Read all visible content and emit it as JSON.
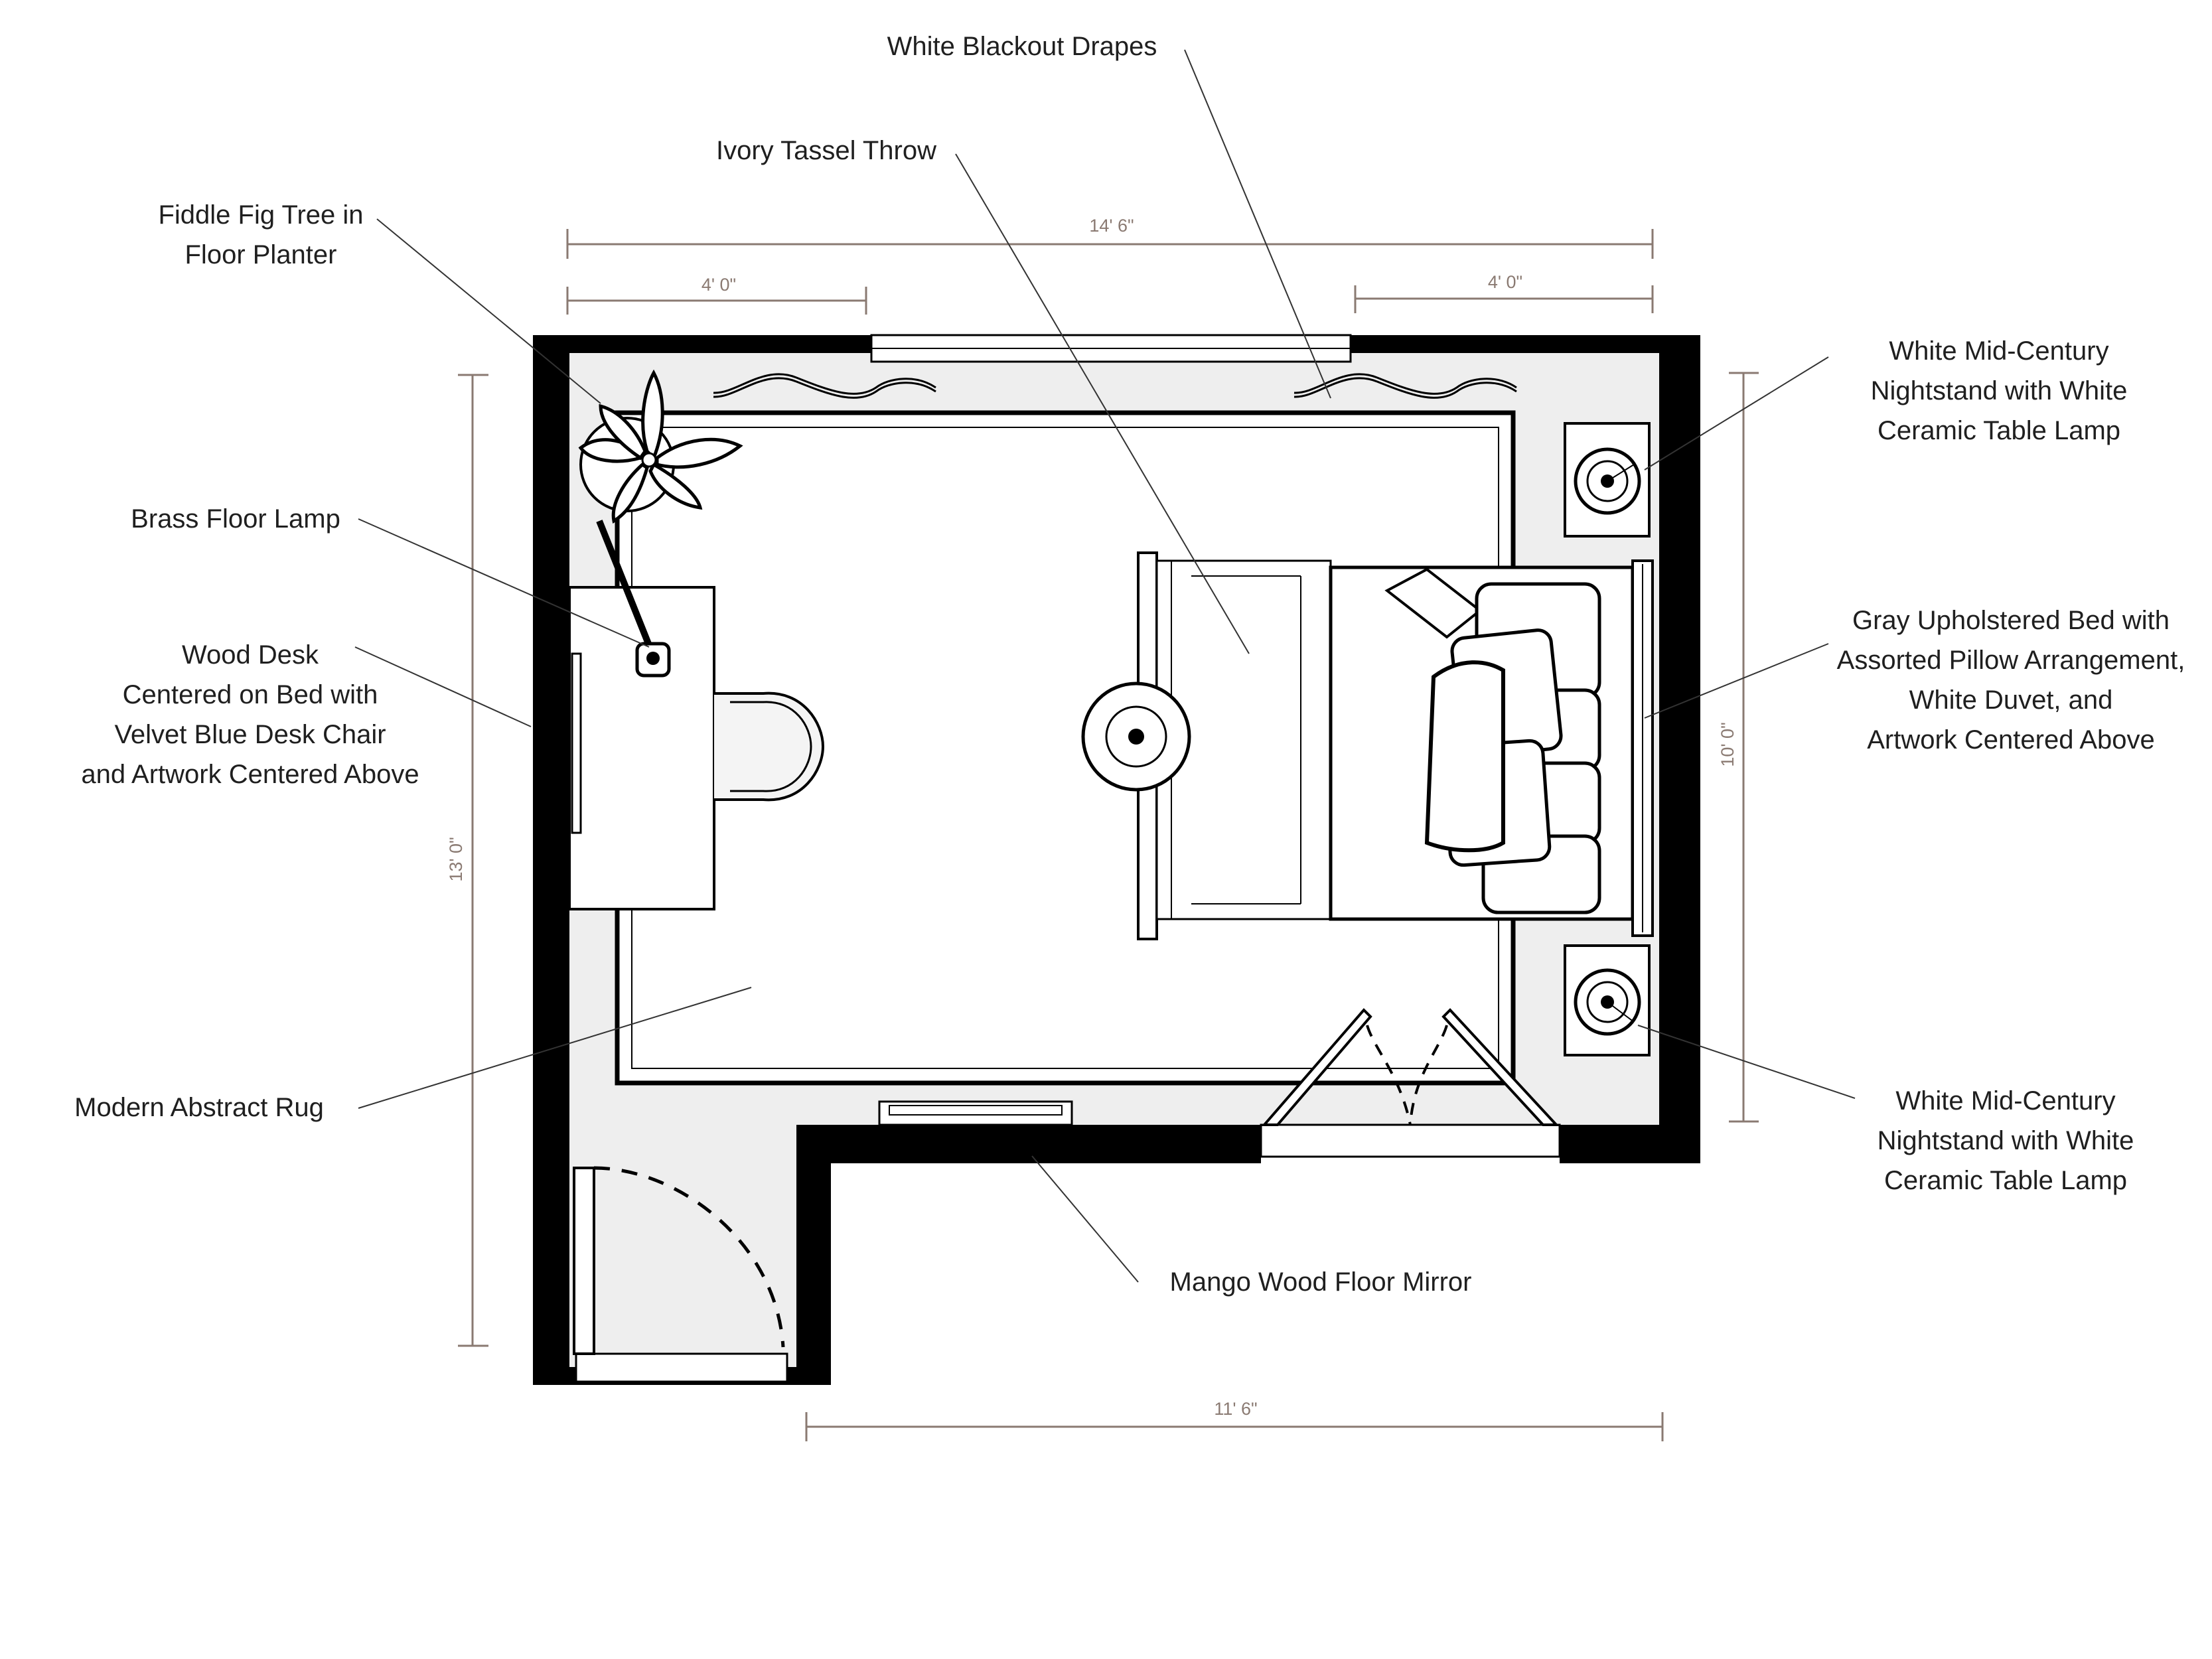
{
  "callouts": {
    "drapes": "White Blackout Drapes",
    "throw": "Ivory Tassel Throw",
    "fig_1": "Fiddle Fig Tree in",
    "fig_2": "Floor Planter",
    "lamp": "Brass Floor Lamp",
    "desk_1": "Wood Desk",
    "desk_2": "Centered on Bed with",
    "desk_3": "Velvet Blue Desk Chair",
    "desk_4": "and Artwork Centered Above",
    "rug": "Modern Abstract Rug",
    "mirror": "Mango Wood Floor Mirror",
    "nightstand_top_1": "White Mid-Century",
    "nightstand_top_2": "Nightstand with White",
    "nightstand_top_3": "Ceramic Table Lamp",
    "bed_1": "Gray Upholstered Bed with",
    "bed_2": "Assorted Pillow Arrangement,",
    "bed_3": "White Duvet, and",
    "bed_4": "Artwork Centered Above",
    "nightstand_bottom_1": "White Mid-Century",
    "nightstand_bottom_2": "Nightstand with White",
    "nightstand_bottom_3": "Ceramic Table Lamp"
  },
  "dimensions": {
    "top_total": "14' 6\"",
    "top_left": "4' 0\"",
    "top_right": "4' 0\"",
    "left_height": "13' 0\"",
    "right_height": "10' 0\"",
    "bottom_width": "11' 6\""
  },
  "colors": {
    "wall": "#000000",
    "floor": "#eeeeee",
    "dimension": "#8a7a72"
  }
}
